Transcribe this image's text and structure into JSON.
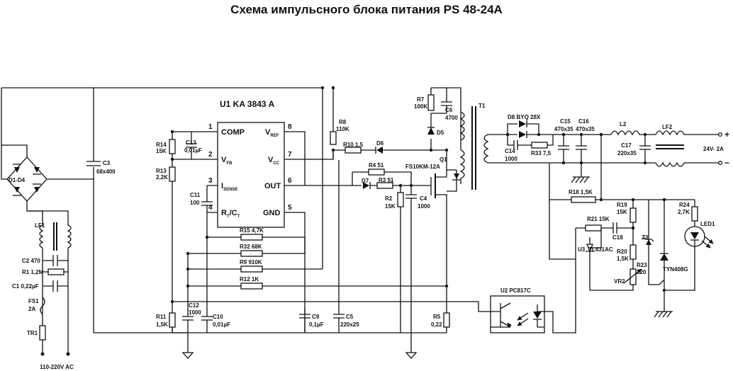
{
  "title": "Схема импульсного блока питания PS 48-24A",
  "ic": {
    "name": "U1 KA 3843 A",
    "pins_left": [
      {
        "num": "1",
        "label": "COMP"
      },
      {
        "num": "2",
        "label": "V",
        "sub": "FB"
      },
      {
        "num": "3",
        "label": "I",
        "sub": "SENSE"
      },
      {
        "num": "4",
        "label": "R",
        "sub": "T",
        "tail": "/C",
        "sub2": "T"
      }
    ],
    "pins_right": [
      {
        "num": "8",
        "label": "V",
        "sub": "REF"
      },
      {
        "num": "7",
        "label": "V",
        "sub": "CC"
      },
      {
        "num": "6",
        "label": "OUT"
      },
      {
        "num": "5",
        "label": "GND"
      }
    ]
  },
  "labels": {
    "d1d4": "D1-D4",
    "c3": [
      "C3",
      "68x400"
    ],
    "lf1": "LF1",
    "c2": "C2 470",
    "r1": "R1 1,2M",
    "c1": "C1 0,22µF",
    "fs1": [
      "FS1",
      "2A"
    ],
    "tr1": "TR1",
    "ac": "110-220V AC",
    "r14": [
      "R14",
      "15K"
    ],
    "c13": [
      "C13",
      "0,01µF"
    ],
    "r13": [
      "R13",
      "2,2K"
    ],
    "c11": [
      "C11",
      "100"
    ],
    "r15": "R15 4,7K",
    "r32": "R32 68K",
    "r9": "R9 910K",
    "r12": "R12 1K",
    "r11": [
      "R11",
      "1,5K"
    ],
    "c12": [
      "C12",
      "1000"
    ],
    "c10": [
      "C10",
      "0,01µF"
    ],
    "c9": [
      "C9",
      "0,1µF"
    ],
    "c5": [
      "C5",
      "220x25"
    ],
    "r8": [
      "R8",
      "110K"
    ],
    "r10": "R10 1,5",
    "d6": "D6",
    "r7": [
      "R7",
      "100K"
    ],
    "c6": [
      "C6",
      "4700"
    ],
    "d5": "D5",
    "t1": "T1",
    "q1": [
      "Q1",
      "FS10KM-12A"
    ],
    "r4": "R4 51",
    "d7": "D7",
    "r3": "R3 51",
    "r2": [
      "R2",
      "15K"
    ],
    "c4": [
      "C4",
      "1000"
    ],
    "r5": [
      "R5",
      "0,22"
    ],
    "d8": "D8 BYQ 28X",
    "c14": [
      "C14",
      "1000"
    ],
    "r33": "R33 7,5",
    "c15": [
      "C15",
      "470x35"
    ],
    "c16": [
      "C16",
      "470x35"
    ],
    "l2": "L2",
    "c17": [
      "C17",
      "220x35"
    ],
    "lf2": "LF2",
    "plus": "+",
    "minus": "−",
    "out": "24V- 2A",
    "r18": "R18 1,5K",
    "r19": [
      "R19",
      "15K"
    ],
    "r24": [
      "R24",
      "2,7K"
    ],
    "led1": "LED1",
    "r21": "R21 15K",
    "c18": "C18",
    "z3": "Z3",
    "u3": "U3",
    "tl431": "TL431AC",
    "r20": [
      "R20",
      "1,5K"
    ],
    "r23": [
      "R23",
      "220"
    ],
    "tyn": "TYN408G",
    "vr2": "VR2",
    "u2": "U2 PC817C"
  }
}
